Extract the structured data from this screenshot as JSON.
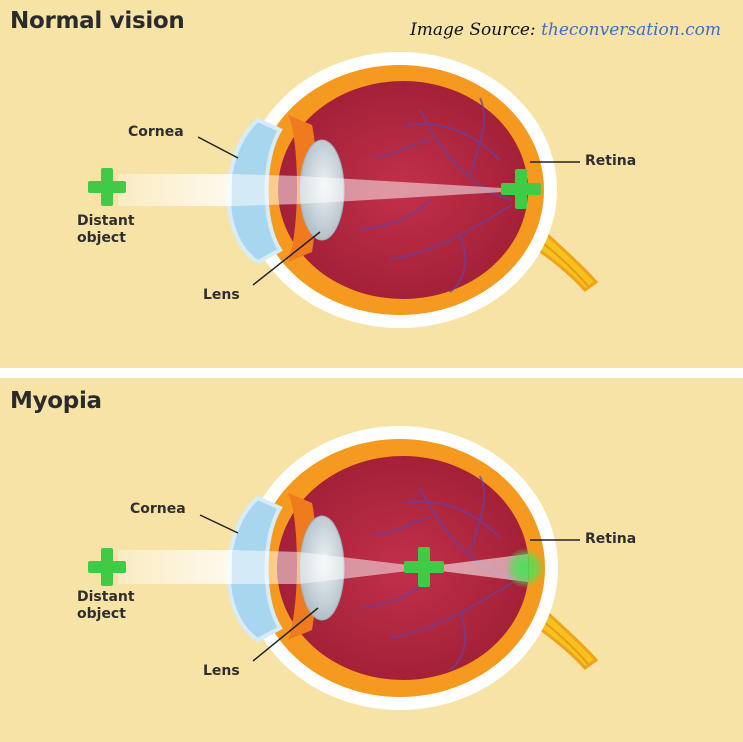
{
  "source": {
    "label": "Image Source:",
    "link": "theconversation.com"
  },
  "panels": [
    {
      "title": "Normal vision",
      "labels": {
        "cornea": "Cornea",
        "retina": "Retina",
        "distant_object_line1": "Distant",
        "distant_object_line2": "object",
        "lens": "Lens"
      }
    },
    {
      "title": "Myopia",
      "labels": {
        "cornea": "Cornea",
        "retina": "Retina",
        "distant_object_line1": "Distant",
        "distant_object_line2": "object",
        "lens": "Lens"
      }
    }
  ],
  "colors": {
    "background": "#f8e3a6",
    "sclera": "#ffffff",
    "choroid": "#f59a1e",
    "eye_interior": "#b4263e",
    "cornea": "#a9d6ef",
    "lens": "#cfd9df",
    "optic_nerve": "#f7c21b",
    "focus_cross": "#3fcb46"
  }
}
